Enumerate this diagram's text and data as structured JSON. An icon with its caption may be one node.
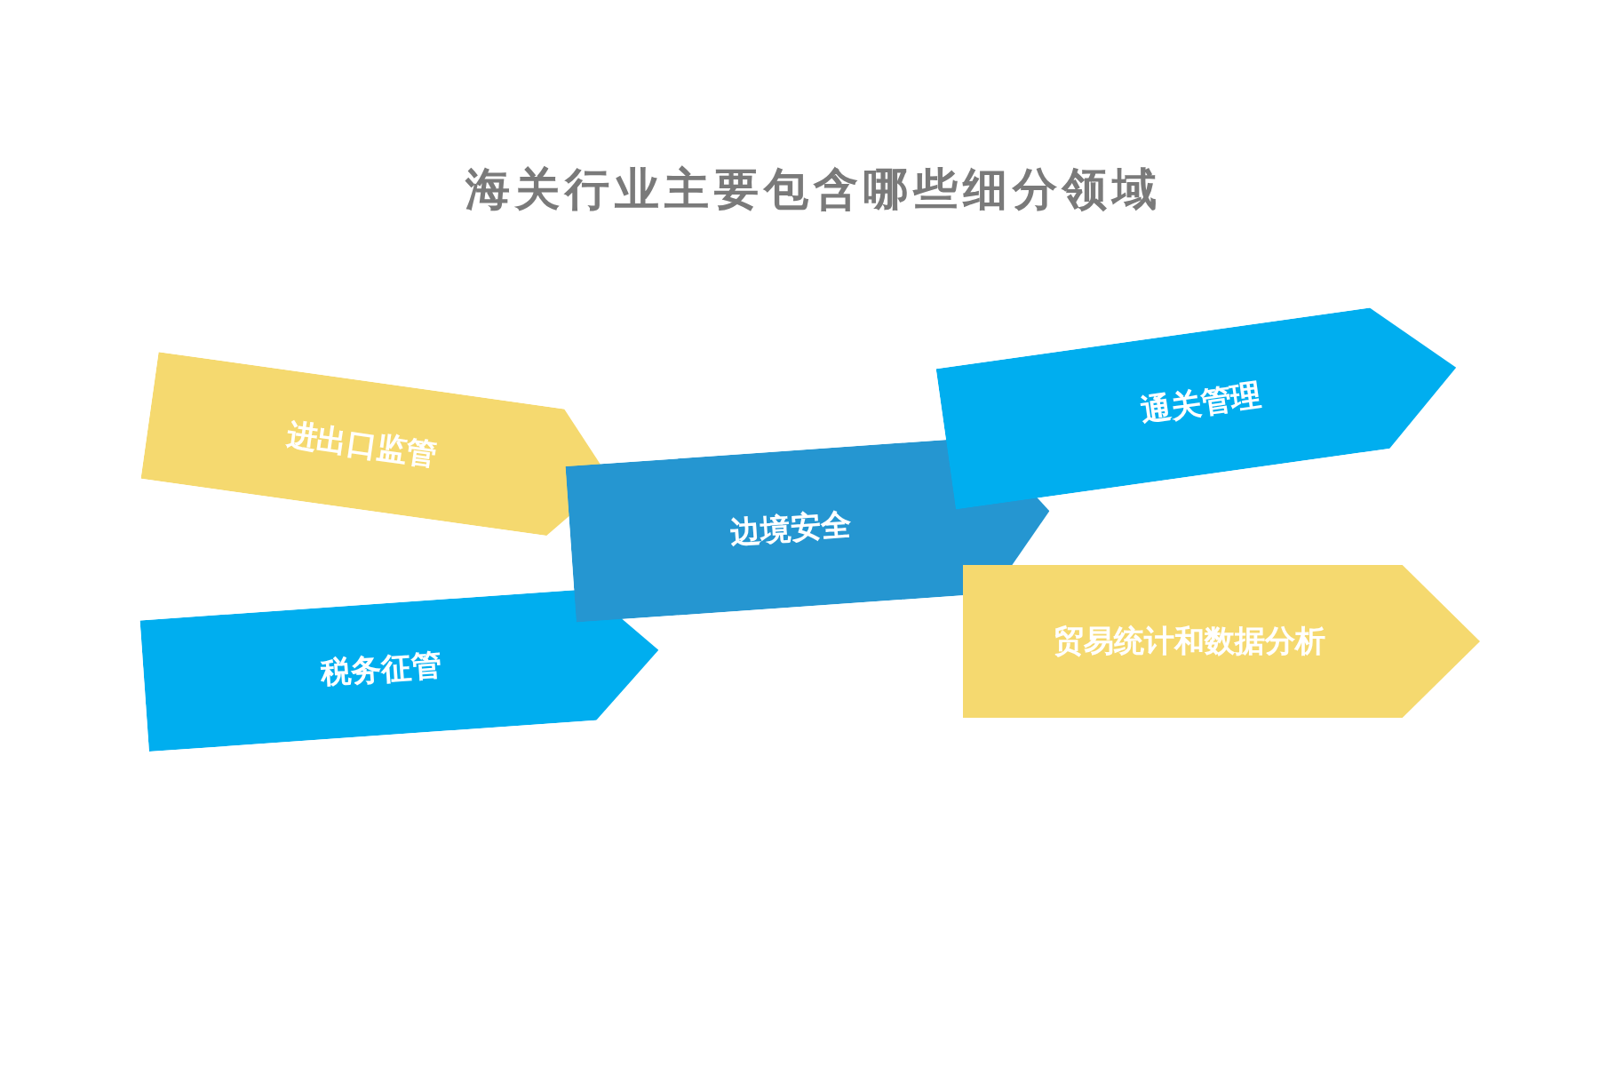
{
  "diagram": {
    "title": "海关行业主要包含哪些细分领域",
    "nodes": [
      {
        "text": [
          "进出口监管"
        ]
      },
      {
        "text": [
          "边境安全"
        ]
      },
      {
        "text": [
          "通关管理"
        ]
      },
      {
        "text": [
          "税务征管"
        ]
      },
      {
        "text": [
          "贸易统计和数据分析"
        ]
      }
    ]
  }
}
